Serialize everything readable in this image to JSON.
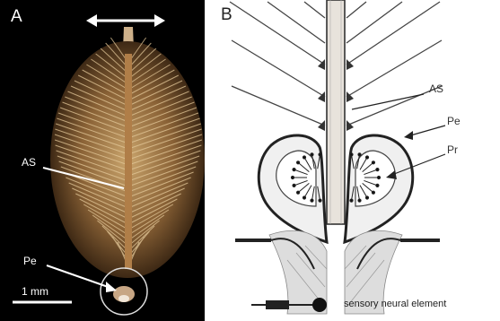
{
  "figure": {
    "panel_a": {
      "letter": "A",
      "label_as": "AS",
      "label_pe": "Pe",
      "scale_bar": "1 mm"
    },
    "panel_b": {
      "letter": "B",
      "label_as": "AS",
      "label_pe": "Pe",
      "label_pr": "Pr",
      "legend": "sensory neural element"
    }
  }
}
